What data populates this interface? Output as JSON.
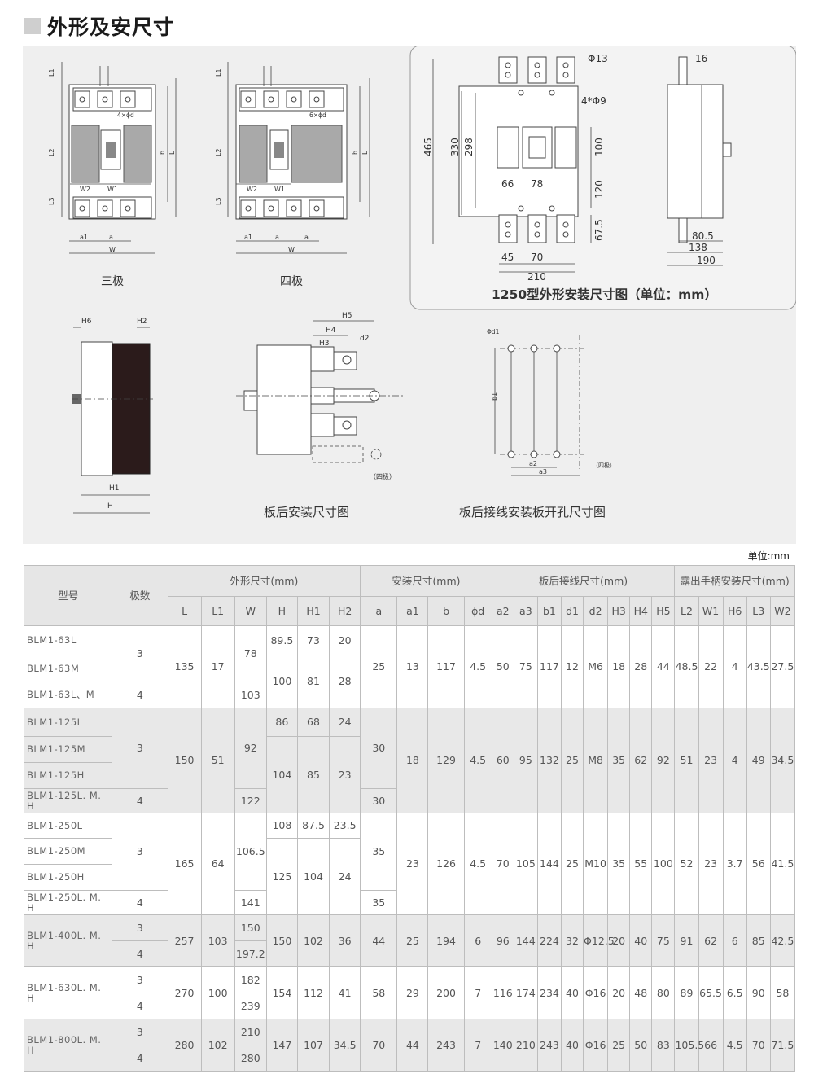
{
  "header": {
    "title": "外形及安尺寸",
    "unit_label": "单位:mm"
  },
  "figures": {
    "three_pole_caption": "三极",
    "four_pole_caption": "四极",
    "f1250_caption": "1250型外形安装尺寸图（单位：mm）",
    "rear_mount_caption": "板后安装尺寸图",
    "rear_wiring_caption": "板后接线安装板开孔尺寸图",
    "small_labels": {
      "L1": "L1",
      "L2": "L2",
      "L3": "L3",
      "b": "b",
      "L": "L",
      "W": "W",
      "W1": "W1",
      "W2": "W2",
      "a": "a",
      "a1": "a1",
      "hole3": "4×ϕd",
      "hole4": "6×ϕd",
      "H": "H",
      "H1": "H1",
      "H2": "H2",
      "H3": "H3",
      "H4": "H4",
      "H5": "H5",
      "H6": "H6",
      "d1": "Φd1",
      "d2": "d2",
      "b1": "b1",
      "a2": "a2",
      "a3": "a3",
      "four_pole_paren": "（四极）"
    },
    "f1250_labels": {
      "phi13": "Φ13",
      "phi9": "4*Φ9",
      "d16": "16",
      "d465": "465",
      "d330": "330",
      "d298": "298",
      "d100": "100",
      "d120": "120",
      "d675": "67.5",
      "d66": "66",
      "d78": "78",
      "d45": "45",
      "d70": "70",
      "d210": "210",
      "d805": "80.5",
      "d138": "138",
      "d190": "190"
    }
  },
  "table": {
    "header": {
      "model": "型号",
      "poles": "极数",
      "outline": "外形尺寸(mm)",
      "mount": "安装尺寸(mm)",
      "rear": "板后接线尺寸(mm)",
      "handle": "露出手柄安装尺寸(mm)",
      "cols": [
        "L",
        "L1",
        "W",
        "H",
        "H1",
        "H2",
        "a",
        "a1",
        "b",
        "ϕd",
        "a2",
        "a3",
        "b1",
        "d1",
        "d2",
        "H3",
        "H4",
        "H5",
        "L2",
        "W1",
        "H6",
        "L3",
        "W2"
      ]
    },
    "g63": {
      "models": [
        "BLM1-63L",
        "BLM1-63M",
        "BLM1-63L、M"
      ],
      "p3": "3",
      "p4": "4",
      "L": "135",
      "L1": "17",
      "W3": "78",
      "W4": "103",
      "H_a": "89.5",
      "H1_a": "73",
      "H2_a": "20",
      "H_b": "100",
      "H1_b": "81",
      "H2_b": "28",
      "a": "25",
      "a1": "13",
      "b": "117",
      "d": "4.5",
      "a2": "50",
      "a3": "75",
      "b1": "117",
      "d1": "12",
      "d2": "M6",
      "H3": "18",
      "H4": "28",
      "H5": "44",
      "L2": "48.5",
      "W1": "22",
      "H6": "4",
      "L3": "43.5",
      "W2": "27.5"
    },
    "g125": {
      "models": [
        "BLM1-125L",
        "BLM1-125M",
        "BLM1-125H",
        "BLM1-125L. M. H"
      ],
      "p3": "3",
      "p4": "4",
      "L": "150",
      "L1": "51",
      "W3": "92",
      "W4": "122",
      "H_a": "86",
      "H1_a": "68",
      "H2_a": "24",
      "H_b": "104",
      "H1_b": "85",
      "H2_b": "23",
      "a3p": "30",
      "a4p": "30",
      "a1": "18",
      "b": "129",
      "d": "4.5",
      "a2": "60",
      "a3": "95",
      "b1": "132",
      "d1": "25",
      "d2": "M8",
      "H3": "35",
      "H4": "62",
      "H5": "92",
      "L2": "51",
      "W1": "23",
      "H6": "4",
      "L3": "49",
      "W2": "34.5"
    },
    "g250": {
      "models": [
        "BLM1-250L",
        "BLM1-250M",
        "BLM1-250H",
        "BLM1-250L. M. H"
      ],
      "p3": "3",
      "p4": "4",
      "L": "165",
      "L1": "64",
      "W3": "106.5",
      "W4": "141",
      "H_a": "108",
      "H1_a": "87.5",
      "H2_a": "23.5",
      "H_b": "125",
      "H1_b": "104",
      "H2_b": "24",
      "a3p": "35",
      "a4p": "35",
      "a1": "23",
      "b": "126",
      "d": "4.5",
      "a2": "70",
      "a3": "105",
      "b1": "144",
      "d1": "25",
      "d2": "M10",
      "H3": "35",
      "H4": "55",
      "H5": "100",
      "L2": "52",
      "W1": "23",
      "H6": "3.7",
      "L3": "56",
      "W2": "41.5"
    },
    "rows_single": [
      {
        "model": "BLM1-400L. M. H",
        "p3": "3",
        "p4": "4",
        "L": "257",
        "L1": "103",
        "W3": "150",
        "W4": "197.2",
        "H": "150",
        "H1": "102",
        "H2": "36",
        "a": "44",
        "a1": "25",
        "b": "194",
        "d": "6",
        "a2": "96",
        "a3": "144",
        "b1": "224",
        "d1": "32",
        "d2": "Φ12.5",
        "H3": "20",
        "H4": "40",
        "H5": "75",
        "L2": "91",
        "W1": "62",
        "H6": "6",
        "L3": "85",
        "W2": "42.5"
      },
      {
        "model": "BLM1-630L. M. H",
        "p3": "3",
        "p4": "4",
        "L": "270",
        "L1": "100",
        "W3": "182",
        "W4": "239",
        "H": "154",
        "H1": "112",
        "H2": "41",
        "a": "58",
        "a1": "29",
        "b": "200",
        "d": "7",
        "a2": "116",
        "a3": "174",
        "b1": "234",
        "d1": "40",
        "d2": "Φ16",
        "H3": "20",
        "H4": "48",
        "H5": "80",
        "L2": "89",
        "W1": "65.5",
        "H6": "6.5",
        "L3": "90",
        "W2": "58"
      },
      {
        "model": "BLM1-800L. M. H",
        "p3": "3",
        "p4": "4",
        "L": "280",
        "L1": "102",
        "W3": "210",
        "W4": "280",
        "H": "147",
        "H1": "107",
        "H2": "34.5",
        "a": "70",
        "a1": "44",
        "b": "243",
        "d": "7",
        "a2": "140",
        "a3": "210",
        "b1": "243",
        "d1": "40",
        "d2": "Φ16",
        "H3": "25",
        "H4": "50",
        "H5": "83",
        "L2": "105.5",
        "W1": "66",
        "H6": "4.5",
        "L3": "70",
        "W2": "71.5"
      }
    ]
  }
}
